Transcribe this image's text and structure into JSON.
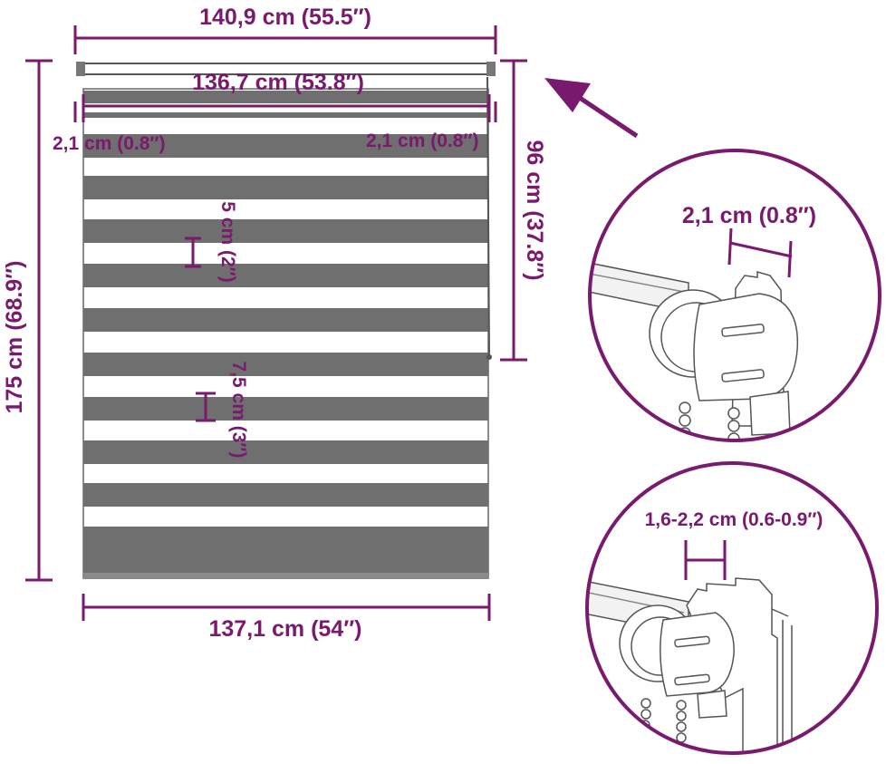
{
  "colors": {
    "accent": "#7a1a6e",
    "stripe": "#6f6f6f",
    "outline": "#555555",
    "frame": "#cfcfcf"
  },
  "dimensions": {
    "total_width": "140,9 cm (55.5″)",
    "roller_width": "136,7 cm (53.8″)",
    "bracket_left": "2,1 cm (0.8″)",
    "bracket_right": "2,1 cm (0.8″)",
    "cassette_height": "96 cm (37.8″)",
    "total_height": "175 cm (68.9″)",
    "stripe_narrow": "5 cm (2″)",
    "stripe_wide": "7,5 cm (3″)",
    "fabric_width": "137,1 cm (54″)"
  },
  "details": {
    "bracket_depth": "2,1 cm (0.8″)",
    "frame_depth": "1,6-2,2 cm (0.6-0.9″)"
  }
}
